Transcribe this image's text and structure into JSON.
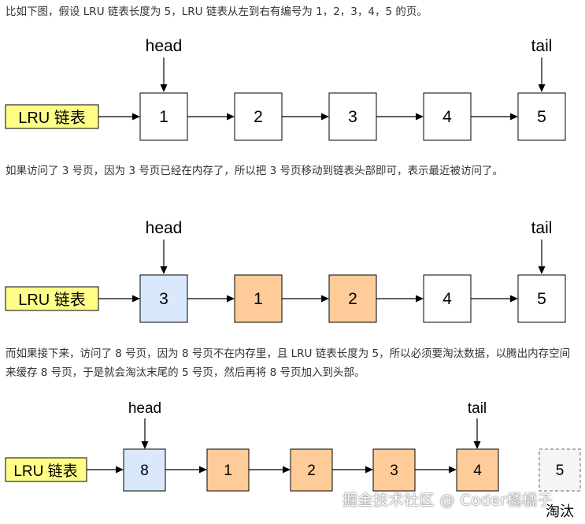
{
  "paragraphs": {
    "p1": "比如下图，假设 LRU 链表长度为 5，LRU 链表从左到右有编号为 1，2，3，4，5 的页。",
    "p2": "如果访问了 3 号页，因为 3 号页已经在内存了，所以把 3 号页移动到链表头部即可，表示最近被访问了。",
    "p3": "而如果接下来，访问了 8 号页，因为 8 号页不在内存里，且 LRU 链表长度为 5，所以必须要淘汰数据，以腾出内存空间来缓存 8 号页，于是就会淘汰末尾的 5 号页，然后再将 8 号页加入到头部。"
  },
  "labels": {
    "list": "LRU 链表",
    "head": "head",
    "tail": "tail",
    "evicted": "淘汰"
  },
  "diagrams": {
    "d1": {
      "nodes": [
        "1",
        "2",
        "3",
        "4",
        "5"
      ],
      "states": [
        "normal",
        "normal",
        "normal",
        "normal",
        "normal"
      ]
    },
    "d2": {
      "nodes": [
        "3",
        "1",
        "2",
        "4",
        "5"
      ],
      "states": [
        "accessed",
        "moved",
        "moved",
        "normal",
        "normal"
      ]
    },
    "d3": {
      "nodes": [
        "8",
        "1",
        "2",
        "3",
        "4"
      ],
      "states": [
        "accessed",
        "moved",
        "moved",
        "moved",
        "moved"
      ],
      "evicted_node": "5"
    }
  },
  "colors": {
    "label_fill": "#ffff88",
    "accessed_fill": "#dae8fc",
    "moved_fill": "#ffcc99",
    "normal_fill": "#ffffff",
    "evicted_fill": "#f5f5f5",
    "evicted_stroke": "#666666"
  },
  "watermark": "掘金技术社区 @ Coder橘橘子"
}
